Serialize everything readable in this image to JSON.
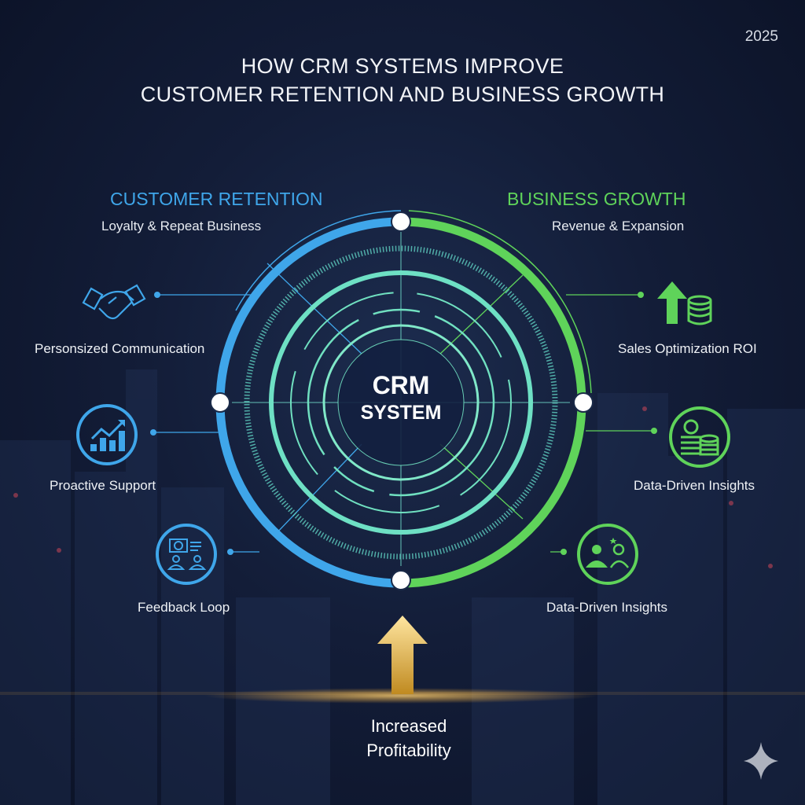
{
  "year": "2025",
  "title": {
    "line1": "HOW CRM SYSTEMS IMPROVE",
    "line2": "CUSTOMER RETENTION AND BUSINESS GROWTH"
  },
  "retention": {
    "heading": "CUSTOMER RETENTION",
    "subheading": "Loyalty & Repeat Business",
    "color": "#3fa6ea",
    "items": [
      {
        "label": "Personsized Communication",
        "icon": "handshake-icon"
      },
      {
        "label": "Proactive Support",
        "icon": "growth-chart-icon"
      },
      {
        "label": "Feedback Loop",
        "icon": "feedback-people-icon"
      }
    ]
  },
  "growth": {
    "heading": "BUSINESS GROWTH",
    "subheading": "Revenue & Expansion",
    "color": "#5fd35a",
    "items": [
      {
        "label": "Sales Optimization ROI",
        "icon": "arrow-up-coins-icon"
      },
      {
        "label": "Data-Driven Insights",
        "icon": "dollar-coins-icon"
      },
      {
        "label": "Data-Driven Insights",
        "icon": "team-icon"
      }
    ]
  },
  "center": {
    "line1": "CRM",
    "line2": "SYSTEM"
  },
  "result": {
    "line1": "Increased",
    "line2": "Profitability",
    "color": "#f0c040"
  }
}
